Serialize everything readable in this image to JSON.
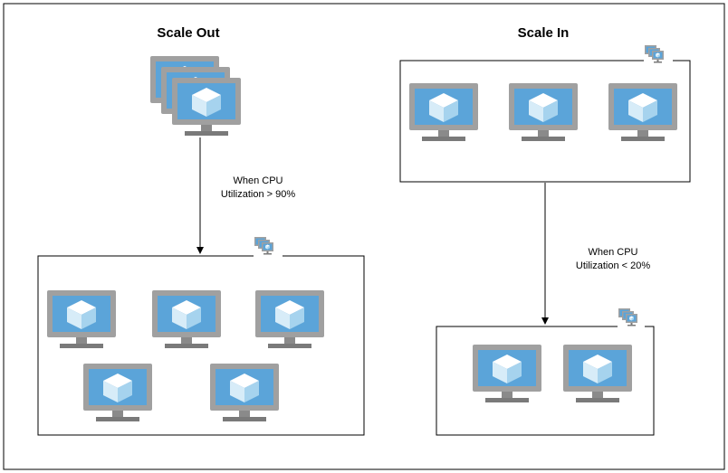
{
  "diagram": {
    "scale_out": {
      "title": "Scale Out",
      "condition_line1": "When CPU",
      "condition_line2": "Utilization > 90%"
    },
    "scale_in": {
      "title": "Scale In",
      "condition_line1": "When CPU",
      "condition_line2": "Utilization < 20%"
    }
  },
  "icons": {
    "vm": "virtual-machine-icon",
    "scale_set": "vm-scale-set-icon"
  },
  "colors": {
    "monitor_frame": "#a0a0a0",
    "monitor_screen": "#5ba4d9",
    "cube_top": "#ffffff",
    "cube_left": "#d7ecf8",
    "cube_right": "#a6d3ee",
    "stand": "#7a7a7a",
    "line": "#000000"
  }
}
